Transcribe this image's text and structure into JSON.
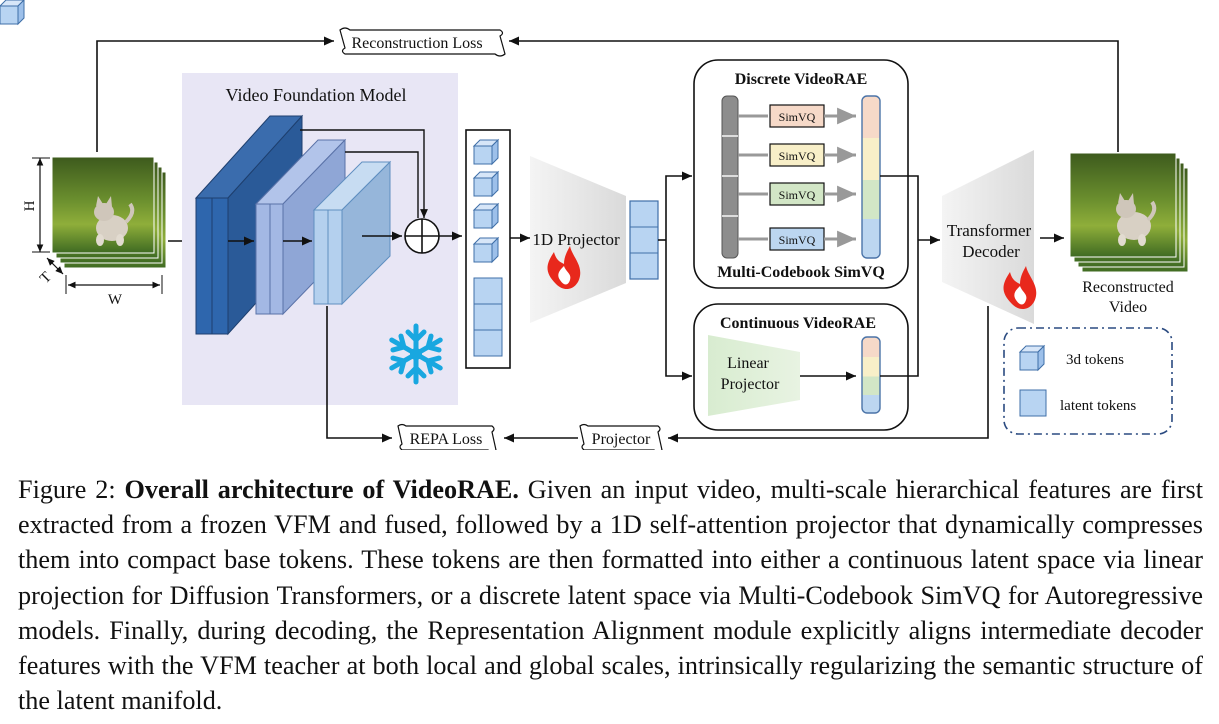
{
  "diagram": {
    "reconstruction_loss": "Reconstruction Loss",
    "vfm_label": "Video Foundation Model",
    "projector_1d": "1D Projector",
    "discrete_title": "Discrete VideoRAE",
    "simvq_labels": [
      "SimVQ",
      "SimVQ",
      "SimVQ",
      "SimVQ"
    ],
    "multi_codebook": "Multi-Codebook SimVQ",
    "continuous_title": "Continuous VideoRAE",
    "linear_projector": [
      "Linear",
      "Projector"
    ],
    "decoder": [
      "Transformer",
      "Decoder"
    ],
    "reconstructed": [
      "Reconstructed",
      "Video"
    ],
    "repa_loss": "REPA Loss",
    "projector": "Projector",
    "legend": {
      "tokens_3d": "3d tokens",
      "latent_tokens": "latent tokens"
    },
    "dims": {
      "h": "H",
      "t": "T",
      "w": "W"
    },
    "icons": [
      "snowflake-icon",
      "fire-icon",
      "plus-circle-icon",
      "cube-token-icon"
    ]
  },
  "caption": {
    "label": "Figure 2:",
    "title": "Overall architecture of VideoRAE.",
    "body": "Given an input video, multi-scale hierarchical features are first extracted from a frozen VFM and fused, followed by a 1D self-attention projector that dynamically compresses them into compact base tokens. These tokens are then formatted into either a continuous latent space via linear projection for Diffusion Transformers, or a discrete latent space via Multi-Codebook SimVQ for Autoregressive models. Finally, during decoding, the Representation Alignment module explicitly aligns intermediate decoder features with the VFM teacher at both local and global scales, intrinsically regularizing the semantic structure of the latent manifold."
  },
  "colors": {
    "vfm_bg": "#e8e6f5",
    "block_dark": "#2e5f9e",
    "block_mid": "#8fa8d8",
    "block_light": "#a8c8ea",
    "token_blue": "#b8d4f2",
    "fire": "#e8281c",
    "snowflake": "#19a7e0",
    "simvq_colors": [
      "#f6d9c8",
      "#f8efc8",
      "#d2e6c6",
      "#bcd6f0"
    ]
  }
}
